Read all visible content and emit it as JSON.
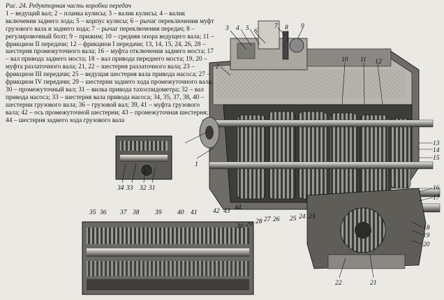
{
  "caption": {
    "title": "Рис. 24. Редукторная часть коробки передач",
    "legend": "1 – ведущий вал; 2 – планка кулисы; 3 – валик кулисы; 4 – валик включения заднего хода; 5 – корпус кулисы; 6 – рычаг переключения муфт грузового вала и заднего хода; 7 – рычаг переключения передач; 8 – регулировочный болт; 9 – прижим; 10 – средняя опора ведущего вала; 11 – фрикцион II передачи; 12 – фрикцион I передачи; 13, 14, 15, 24, 26, 28 – шестерня промежуточного вала; 16 – муфта отключения заднего моста; 17 – вал привода заднего моста; 18 – вал привода переднего моста; 19, 20 – муфта разлаточного вала; 21, 22 – шестерня разлаточного вала; 23 – фрикцион III передачи; 25 – ведущая шестерня вала привода насоса; 27 – фрикцион IV передачи; 29 – шестерни заднего хода промежуточного вала; 30 – промежуточный вал; 31 – вилка привода тахоспидометра; 32 – вал привода насоса; 33 – шестерня вала привода насоса; 34, 35, 37, 38, 40 – шестерни грузового вала; 36 – грузовой вал; 39, 41 – муфта грузового вала; 42 – ось промежуточной шестерни; 43 – промежуточная шестерня; 44 – шестерня заднего хода грузового вала"
  },
  "labels": [
    "1",
    "2",
    "3",
    "4",
    "5",
    "6",
    "7",
    "8",
    "9",
    "10",
    "11",
    "12",
    "13",
    "14",
    "15",
    "16",
    "17",
    "18",
    "19",
    "20",
    "21",
    "22",
    "23",
    "24",
    "25",
    "26",
    "27",
    "28",
    "29",
    "30",
    "31",
    "32",
    "33",
    "34",
    "35",
    "36",
    "37",
    "38",
    "39",
    "40",
    "41",
    "42",
    "43",
    "44"
  ]
}
